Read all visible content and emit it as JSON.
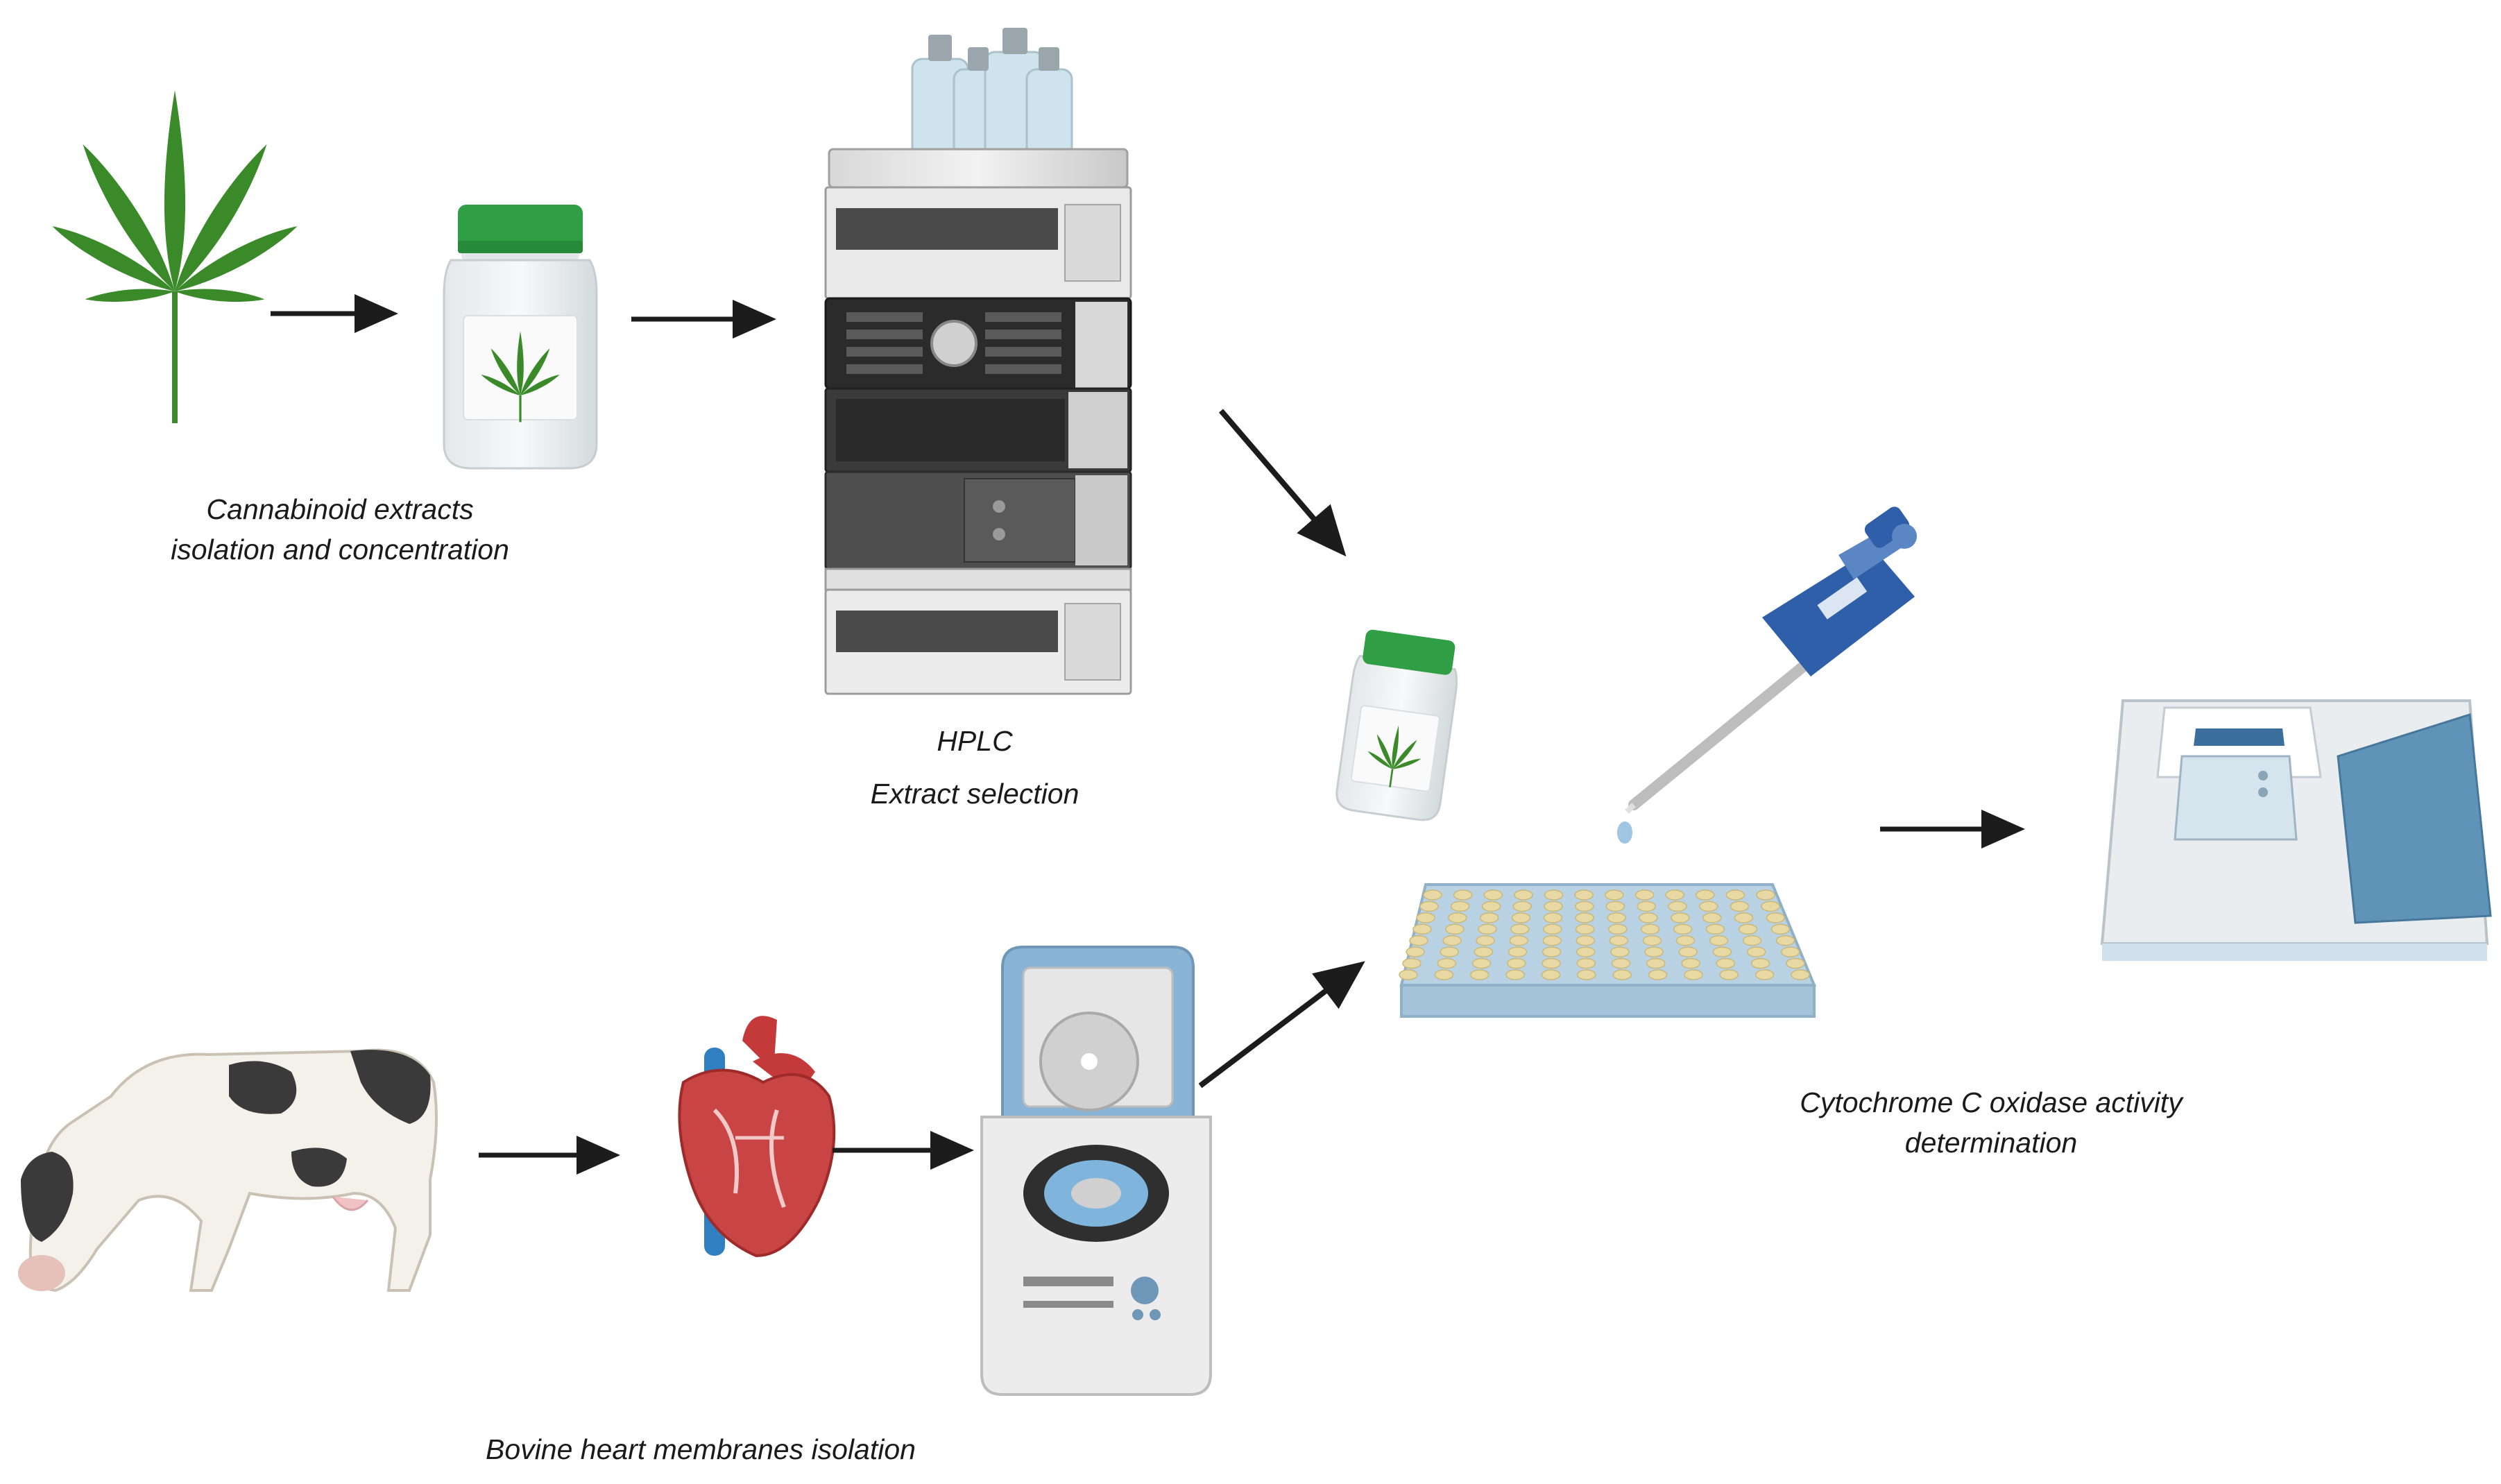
{
  "labels": {
    "cannabinoid_line1": "Cannabinoid extracts",
    "cannabinoid_line2": "isolation and concentration",
    "hplc_line1": "HPLC",
    "hplc_line2": "Extract selection",
    "cytochrome_line1": "Cytochrome C oxidase activity",
    "cytochrome_line2": "determination",
    "bovine": "Bovine heart membranes isolation"
  },
  "colors": {
    "leaf_green": "#3a8a2a",
    "cap_green": "#2f9e44",
    "arrow": "#1c1c1c",
    "pipette_blue": "#2e5fa8",
    "centrifuge_blue": "#8ab4d6",
    "heart_red": "#c43a3a",
    "vessel_blue": "#2f7fc1"
  },
  "icons": [
    "cannabis-leaf-icon",
    "extract-bottle-icon",
    "hplc-instrument-icon",
    "small-bottle-icon",
    "pipette-icon",
    "microplate-icon",
    "spectrophotometer-icon",
    "cow-icon",
    "heart-icon",
    "centrifuge-icon"
  ]
}
